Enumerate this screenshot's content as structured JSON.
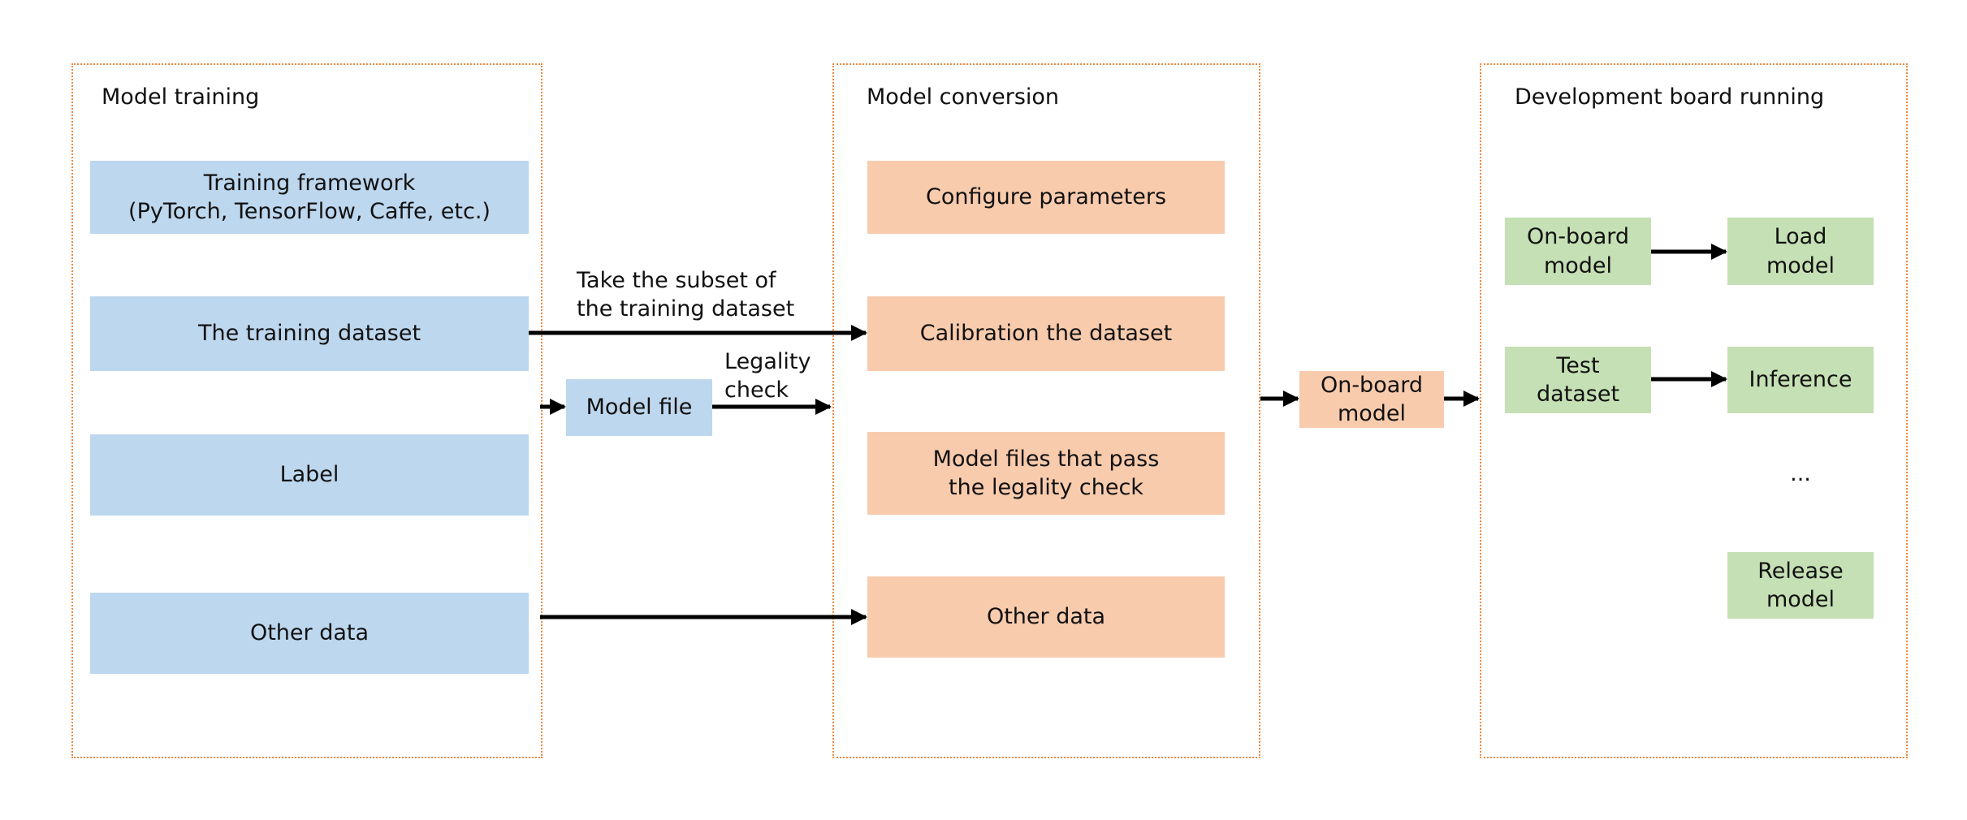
{
  "groups": {
    "training": {
      "title": "Model training"
    },
    "conversion": {
      "title": "Model conversion"
    },
    "board": {
      "title": "Development board running"
    }
  },
  "training": {
    "framework": "Training framework\n(PyTorch, TensorFlow, Caffe, etc.)",
    "dataset": "The training dataset",
    "label": "Label",
    "other_data": "Other data"
  },
  "middle": {
    "model_file": "Model file",
    "subset_label": "Take the subset of\nthe training dataset",
    "legality_label": "Legality\ncheck"
  },
  "conversion": {
    "configure": "Configure parameters",
    "calibration": "Calibration the dataset",
    "model_files_pass": "Model files that pass\nthe legality check",
    "other_data": "Other data"
  },
  "onboard_model": "On-board\nmodel",
  "board": {
    "onboard_model": "On-board\nmodel",
    "load_model": "Load\nmodel",
    "test_dataset": "Test\ndataset",
    "inference": "Inference",
    "ellipsis": "...",
    "release_model": "Release\nmodel"
  },
  "colors": {
    "group_border": "#f0883e",
    "blue": "#bdd7ee",
    "orange": "#f8cbad",
    "green": "#c5e0b4",
    "arrow": "#000000"
  }
}
